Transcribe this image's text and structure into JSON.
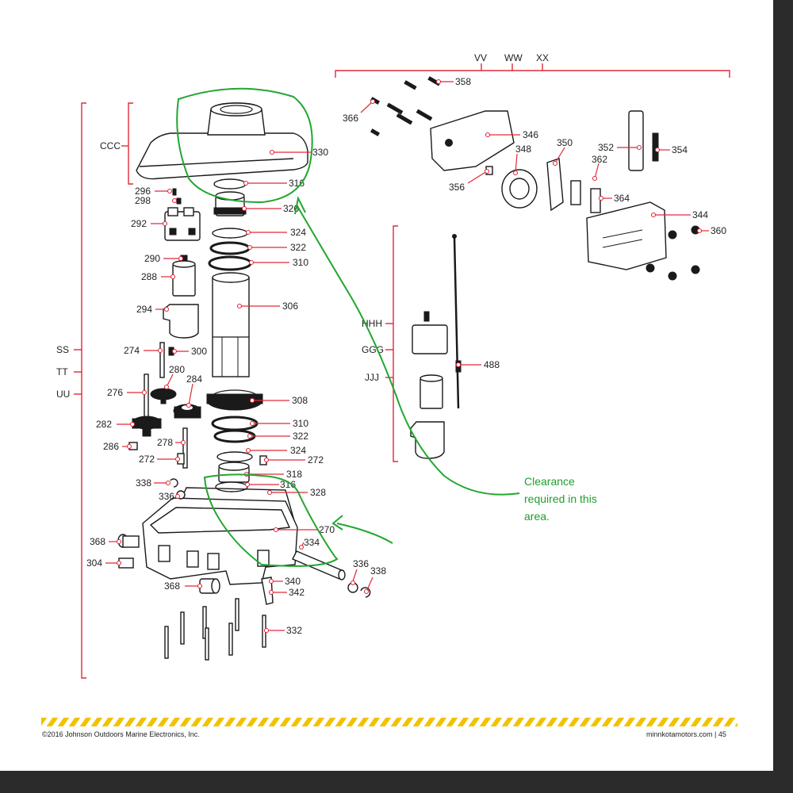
{
  "diagram": {
    "part_labels": {
      "p330": "330",
      "p316a": "316",
      "p326": "326",
      "p324a": "324",
      "p322a": "322",
      "p310a": "310",
      "p306": "306",
      "p308": "308",
      "p310b": "310",
      "p322b": "322",
      "p324b": "324",
      "p272a": "272",
      "p318": "318",
      "p316b": "316",
      "p328": "328",
      "p270": "270",
      "p334": "334",
      "p296": "296",
      "p298": "298",
      "p292": "292",
      "p290": "290",
      "p288": "288",
      "p294": "294",
      "p274": "274",
      "p300": "300",
      "p280": "280",
      "p284": "284",
      "p276": "276",
      "p282": "282",
      "p286": "286",
      "p278": "278",
      "p272b": "272",
      "p338a": "338",
      "p336a": "336",
      "p368a": "368",
      "p304": "304",
      "p368b": "368",
      "p340": "340",
      "p342": "342",
      "p332": "332",
      "p336b": "336",
      "p338b": "338",
      "p358": "358",
      "p366": "366",
      "p346": "346",
      "p348": "348",
      "p350": "350",
      "p352": "352",
      "p354": "354",
      "p362": "362",
      "p356": "356",
      "p364": "364",
      "p344": "344",
      "p360": "360",
      "p488": "488"
    },
    "group_labels": {
      "vv": "VV",
      "ww": "WW",
      "xx": "XX",
      "ccc": "CCC",
      "ss": "SS",
      "tt": "TT",
      "uu": "UU",
      "hhh": "HHH",
      "ggg": "GGG",
      "jjj": "JJJ"
    },
    "annotation": {
      "line1": "Clearance",
      "line2": "required in this",
      "line3": "area."
    },
    "footer": {
      "copyright": "©2016 Johnson Outdoors Marine Electronics, Inc.",
      "site_page": "minnkotamotors.com | 45"
    },
    "colors": {
      "leader": "#e0293a",
      "annotation": "#22a630",
      "stripe_yellow": "#f2c200",
      "ink": "#1a1a1a"
    }
  }
}
